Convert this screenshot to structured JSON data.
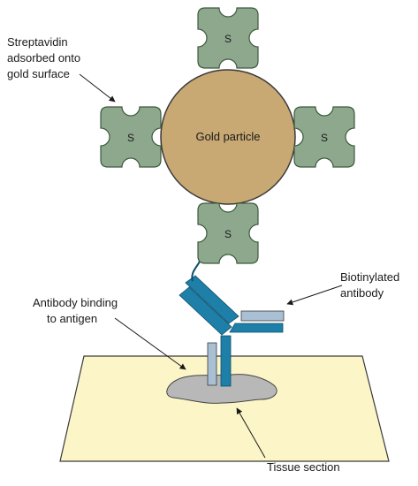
{
  "labels": {
    "streptavidin": [
      "Streptavidin",
      "adsorbed onto",
      "gold surface"
    ],
    "gold_particle": "Gold particle",
    "biotinylated": [
      "Biotinylated",
      "antibody"
    ],
    "antibody_binding": [
      "Antibody binding",
      "to antigen"
    ],
    "tissue_section": "Tissue section"
  },
  "streptavidin_letter": "S",
  "colors": {
    "gold": "#c8a873",
    "gold_stroke": "#3a3a3a",
    "streptavidin_fill": "#8ea88e",
    "streptavidin_stroke": "#3d5a3d",
    "antibody": "#1e7fa8",
    "antigen_bar": "#a9bfd3",
    "biotin": "#c2185b",
    "tissue_plate": "#fbf5c7",
    "tissue_blob": "#b8b8b8"
  }
}
